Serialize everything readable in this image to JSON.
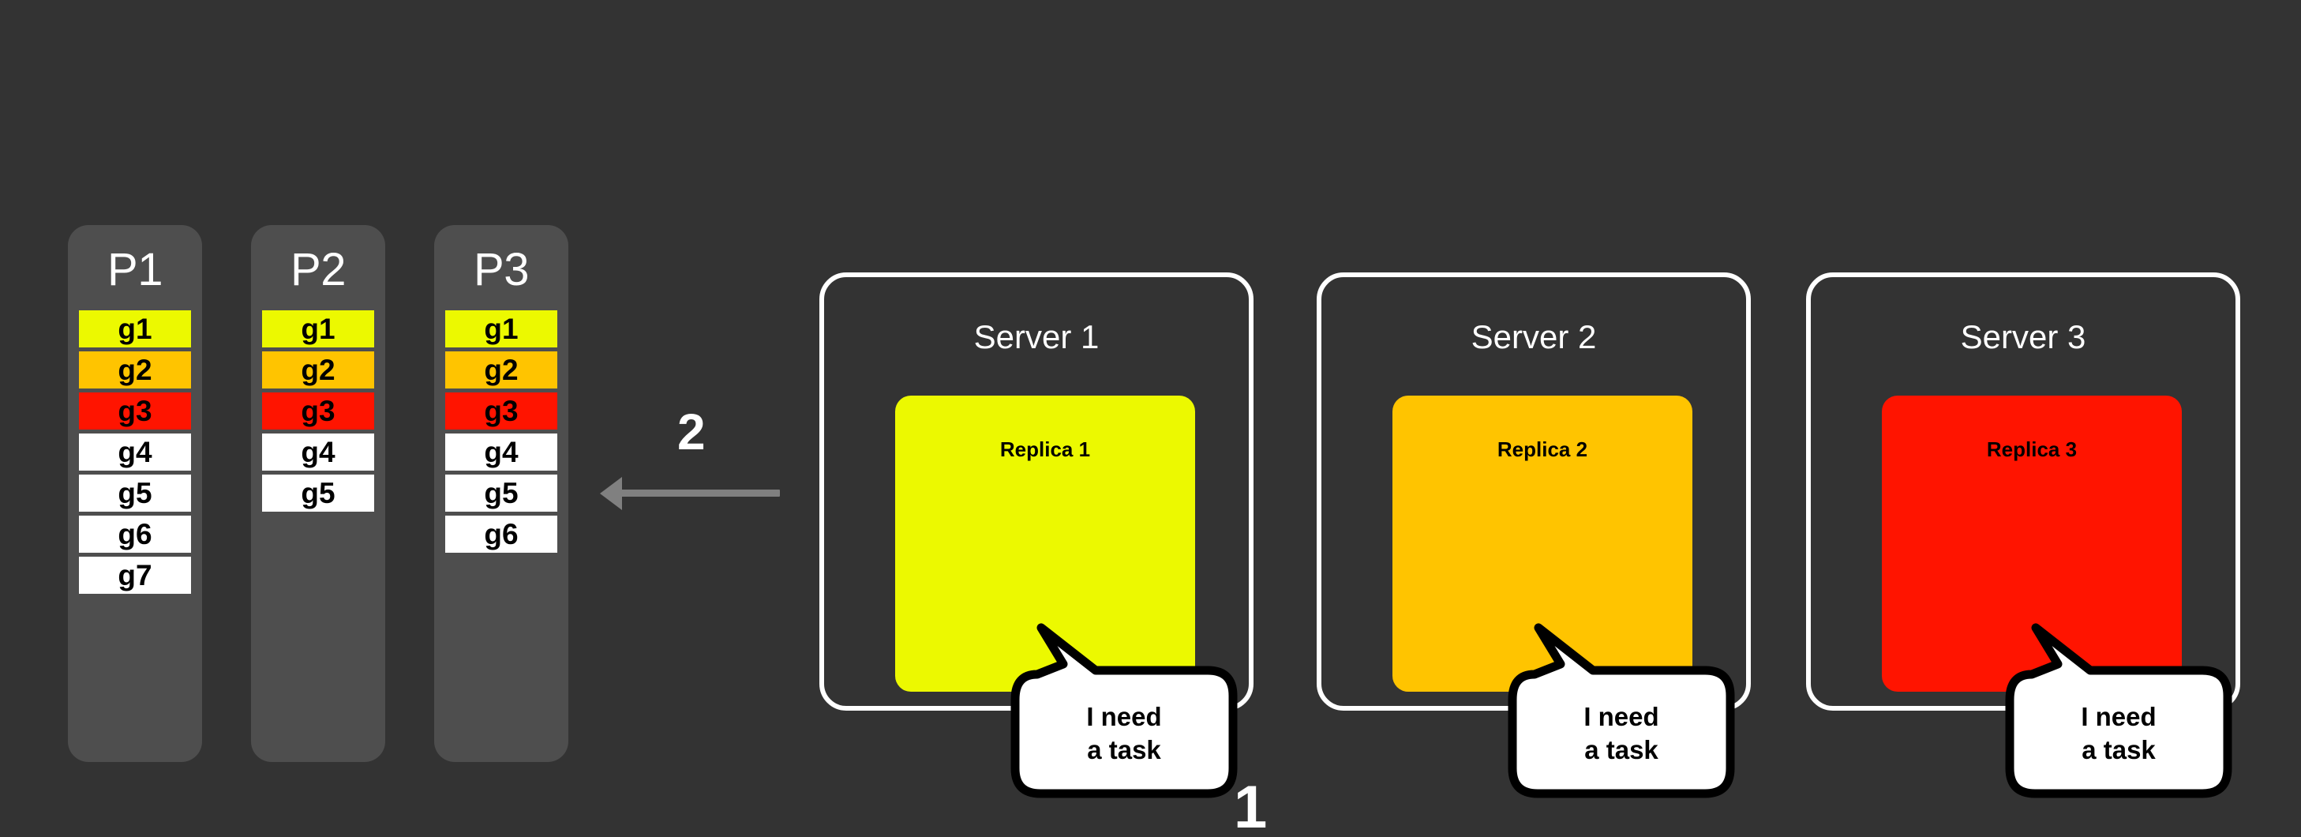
{
  "background_color": "#333333",
  "palette": {
    "yellow": "#ecf900",
    "orange": "#ffc400",
    "red": "#ff1400",
    "white": "#ffffff",
    "column_gray": "#4e4e4e",
    "arrow_gray": "#808080",
    "text_light": "#ffffff",
    "text_dark": "#000000"
  },
  "partitions": [
    {
      "title": "P1",
      "tiles": [
        {
          "label": "g1",
          "color": "#ecf900"
        },
        {
          "label": "g2",
          "color": "#ffc400"
        },
        {
          "label": "g3",
          "color": "#ff1400"
        },
        {
          "label": "g4",
          "color": "#ffffff"
        },
        {
          "label": "g5",
          "color": "#ffffff"
        },
        {
          "label": "g6",
          "color": "#ffffff"
        },
        {
          "label": "g7",
          "color": "#ffffff"
        }
      ]
    },
    {
      "title": "P2",
      "tiles": [
        {
          "label": "g1",
          "color": "#ecf900"
        },
        {
          "label": "g2",
          "color": "#ffc400"
        },
        {
          "label": "g3",
          "color": "#ff1400"
        },
        {
          "label": "g4",
          "color": "#ffffff"
        },
        {
          "label": "g5",
          "color": "#ffffff"
        }
      ]
    },
    {
      "title": "P3",
      "tiles": [
        {
          "label": "g1",
          "color": "#ecf900"
        },
        {
          "label": "g2",
          "color": "#ffc400"
        },
        {
          "label": "g3",
          "color": "#ff1400"
        },
        {
          "label": "g4",
          "color": "#ffffff"
        },
        {
          "label": "g5",
          "color": "#ffffff"
        },
        {
          "label": "g6",
          "color": "#ffffff"
        }
      ]
    }
  ],
  "steps": {
    "step_two": "2",
    "step_one": "1"
  },
  "arrow": {
    "direction": "left",
    "color": "#808080"
  },
  "servers": [
    {
      "title": "Server 1",
      "replica_label": "Replica 1",
      "replica_color": "#ecf900",
      "bubble_line1": "I need",
      "bubble_line2": "a task"
    },
    {
      "title": "Server 2",
      "replica_label": "Replica 2",
      "replica_color": "#ffc400",
      "bubble_line1": "I need",
      "bubble_line2": "a task"
    },
    {
      "title": "Server 3",
      "replica_label": "Replica 3",
      "replica_color": "#ff1400",
      "bubble_line1": "I need",
      "bubble_line2": "a task"
    }
  ]
}
